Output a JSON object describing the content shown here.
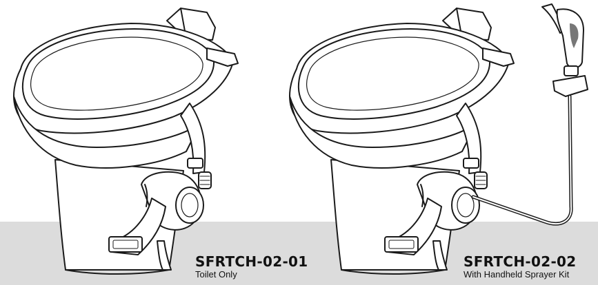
{
  "colors": {
    "floor": "#dcdcdc",
    "line": "#1a1a1a",
    "body": "#ffffff"
  },
  "products": [
    {
      "code": "SFRTCH-02-01",
      "description": "Toilet Only"
    },
    {
      "code": "SFRTCH-02-02",
      "description": "With Handheld Sprayer Kit"
    }
  ]
}
